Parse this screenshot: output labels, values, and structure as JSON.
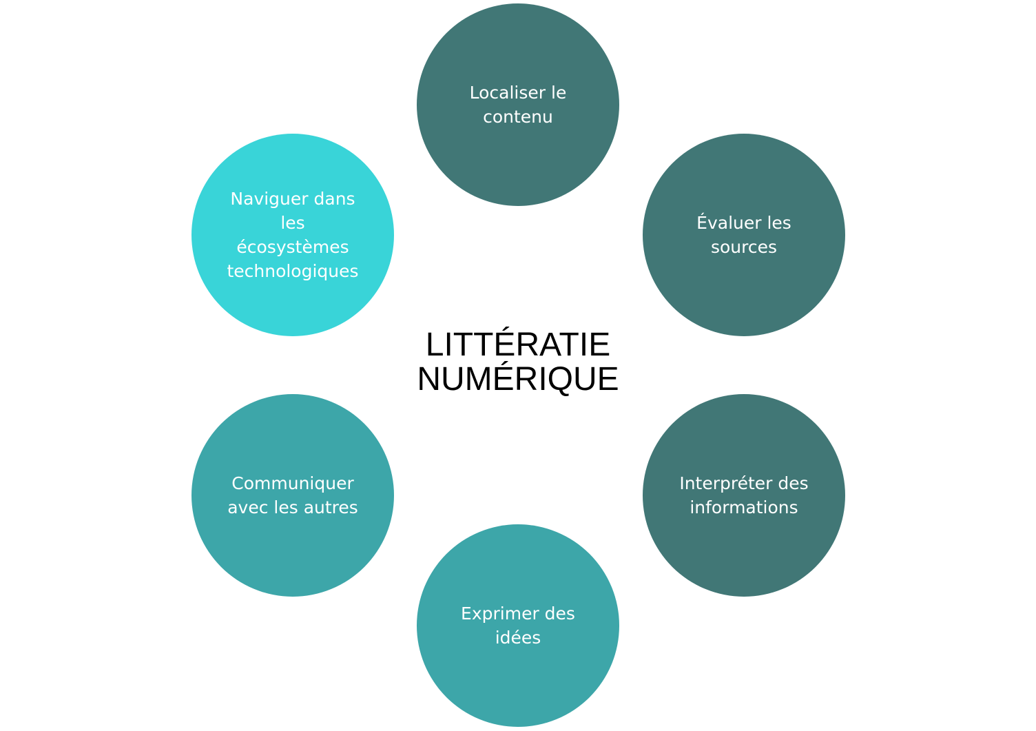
{
  "center": {
    "title": "LITTÉRATIE\nNUMÉRIQUE"
  },
  "nodes": [
    {
      "id": "localiser",
      "label": "Localiser le\ncontenu",
      "color": "#417776"
    },
    {
      "id": "evaluer",
      "label": "Évaluer les\nsources",
      "color": "#417776"
    },
    {
      "id": "interpreter",
      "label": "Interpréter des\ninformations",
      "color": "#417776"
    },
    {
      "id": "exprimer",
      "label": "Exprimer des\nidées",
      "color": "#3DA6A9"
    },
    {
      "id": "communiquer",
      "label": "Communiquer\navec les autres",
      "color": "#3DA6A9"
    },
    {
      "id": "naviguer",
      "label": "Naviguer dans\nles\nécosystèmes\ntechnologiques",
      "color": "#39D4D8"
    }
  ]
}
